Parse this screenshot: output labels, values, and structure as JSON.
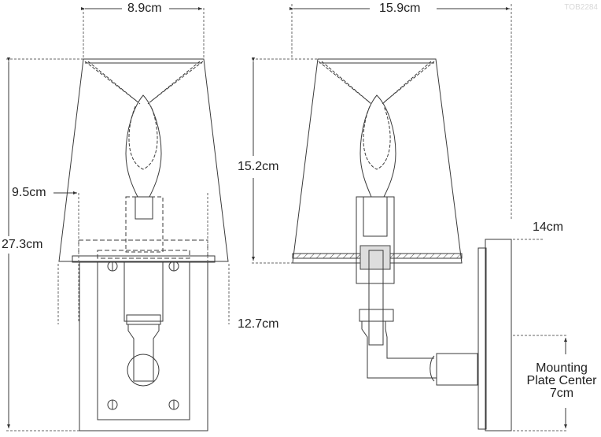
{
  "drawing": {
    "code": "TOB2284",
    "front_view": {
      "dimensions": {
        "top_width": "8.9cm",
        "bottom_width_shade": "9.5cm",
        "overall_height": "27.3cm",
        "backplate_width": "12.7cm"
      }
    },
    "side_view": {
      "dimensions": {
        "overall_depth": "15.9cm",
        "shade_height": "15.2cm",
        "plate_to_top": "14cm",
        "mounting_label_line1": "Mounting",
        "mounting_label_line2": "Plate Center",
        "mounting_label_value": "7cm"
      }
    }
  },
  "colors": {
    "line": "#3a3a3a",
    "dashed": "#555555",
    "text": "#222222",
    "background": "#ffffff"
  }
}
